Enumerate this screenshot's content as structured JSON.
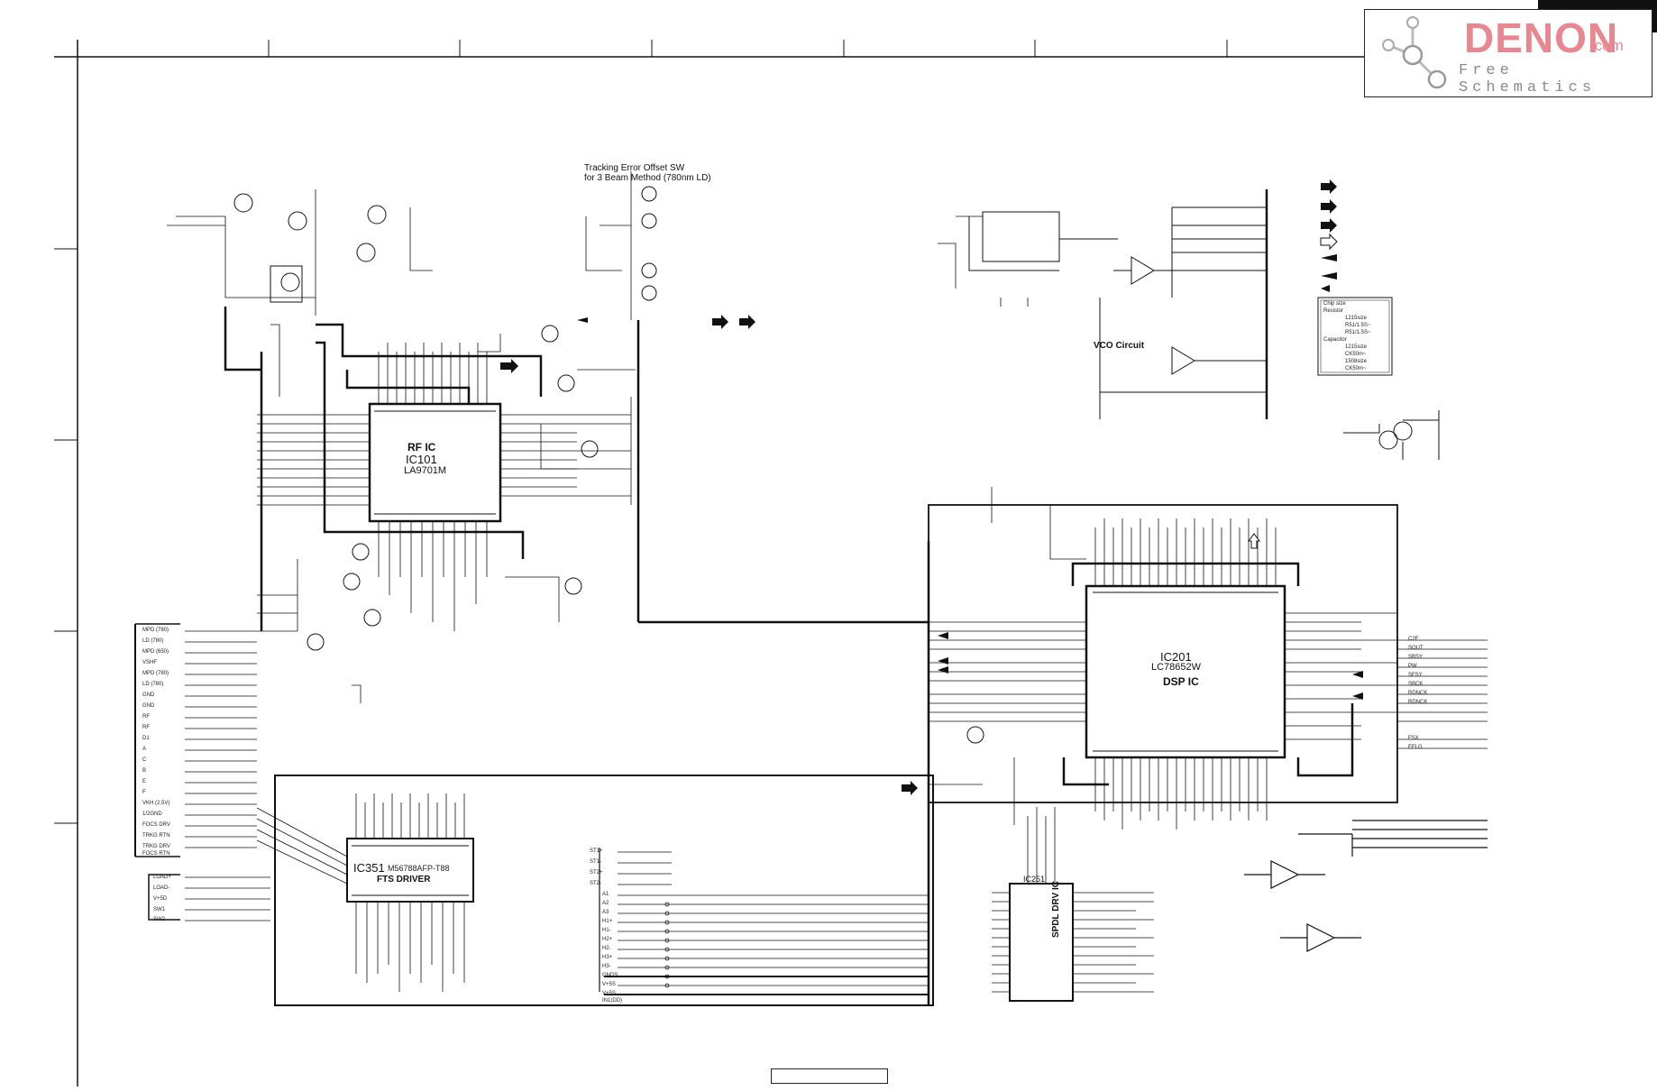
{
  "logo": {
    "brand": "DENON",
    "domain": ".com",
    "subtitle": "Free Schematics"
  },
  "annotations": {
    "tracking_title_line1": "Tracking Error Offset SW",
    "tracking_title_line2": "for 3 Beam Method (780nm LD)",
    "vco_circuit": "VCO Circuit"
  },
  "ics": {
    "rf": {
      "name": "IC101",
      "part": "LA9701M",
      "function": "RF IC"
    },
    "dsp": {
      "name": "IC201",
      "part": "LC78652W",
      "function": "DSP IC"
    },
    "fts": {
      "name": "IC351",
      "part": "M56788AFP-T88",
      "function": "FTS DRIVER"
    },
    "spdl": {
      "name": "IC251",
      "function": "SPDL DRV IC"
    }
  },
  "connectors": {
    "left_pickup_pins": [
      "MPD (780)",
      "LD (780)",
      "MPD (650)",
      "VSHF",
      "MPD (780)",
      "LD (780)",
      "GND",
      "GND",
      "RF",
      "RF",
      "D1",
      "A",
      "C",
      "B",
      "E",
      "F",
      "VKH (2.5V)",
      "1/2GND",
      "FOCS DRV",
      "TRKG RTN",
      "TRKG DRV",
      "FOCS RTN"
    ],
    "left_lower_pins": [
      "LOAD+",
      "LOAD-",
      "V+5D",
      "SW1",
      "SW2"
    ],
    "motor_pins": [
      "ST1+",
      "ST1-",
      "ST2+",
      "ST2-",
      "A1",
      "A2",
      "A3",
      "H1+",
      "H1-",
      "H2+",
      "H2-",
      "H3+",
      "H3-",
      "GNDS",
      "V+5S",
      "V+5S",
      "IN1(DD)"
    ],
    "right_outputs": [
      "C2F",
      "SOUT",
      "SBSY",
      "PW",
      "SFSY",
      "SBCK",
      "RDNCK",
      "RDNCK",
      "FSX",
      "EFLG"
    ]
  },
  "chip_size_legend": {
    "title": "Chip size",
    "resistor": "Resistor",
    "r_line1": "1215size",
    "r_line2": "R51/1.5S~",
    "r_line3": "R51/1.5S~",
    "capacitor": "Capacitor",
    "c_line1": "1215size",
    "c_line2": "CK50m~",
    "c_line3": "1508size",
    "c_line4": "CK50m~"
  },
  "colors": {
    "ink": "#111111",
    "logo_red": "#e8878f",
    "logo_gray": "#8a8a8a"
  }
}
